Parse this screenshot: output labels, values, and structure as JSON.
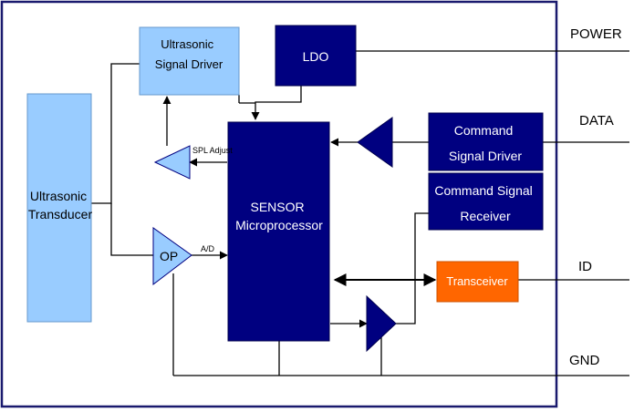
{
  "external": {
    "power": "POWER",
    "data": "DATA",
    "id": "ID",
    "gnd": "GND"
  },
  "blocks": {
    "ultrasonic_transducer": [
      "Ultrasonic",
      "Transducer"
    ],
    "ultrasonic_signal_driver": [
      "Ultrasonic",
      "Signal Driver"
    ],
    "ldo": [
      "LDO"
    ],
    "sensor_microprocessor": [
      "SENSOR",
      "Microprocessor"
    ],
    "command_signal_driver": [
      "Command",
      "Signal Driver"
    ],
    "command_signal_receiver": [
      "Command Signal",
      "Receiver"
    ],
    "transceiver": [
      "Transceiver"
    ],
    "op_amp": "OP"
  },
  "signals": {
    "spl_adjust": "SPL Adjust",
    "ad": "A/D"
  },
  "colors": {
    "light_blue": "#99ccff",
    "dark_navy": "#000080",
    "orange": "#ff6600",
    "frame": "#1a1a6e"
  }
}
